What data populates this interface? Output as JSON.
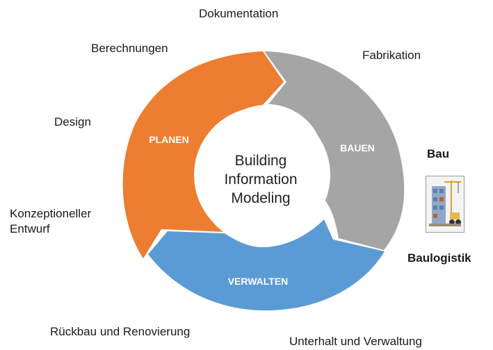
{
  "cycle": {
    "center": {
      "line1": "Building",
      "line2": "Information",
      "line3": "Modeling"
    },
    "phases": [
      {
        "label": "PLANEN",
        "color": "#ED7D31"
      },
      {
        "label": "BAUEN",
        "color": "#A5A5A5"
      },
      {
        "label": "VERWALTEN",
        "color": "#5B9BD5"
      }
    ]
  },
  "labels": {
    "dokumentation": "Dokumentation",
    "berechnungen": "Berechnungen",
    "fabrikation": "Fabrikation",
    "design": "Design",
    "konzeptioneller": "Konzeptioneller",
    "entwurf": "Entwurf",
    "bau": "Bau",
    "baulogistik": "Baulogistik",
    "rueckbau": "Rückbau und Renovierung",
    "unterhalt": "Unterhalt und Verwaltung"
  },
  "icons": {
    "construction_image": "building-construction-icon"
  }
}
